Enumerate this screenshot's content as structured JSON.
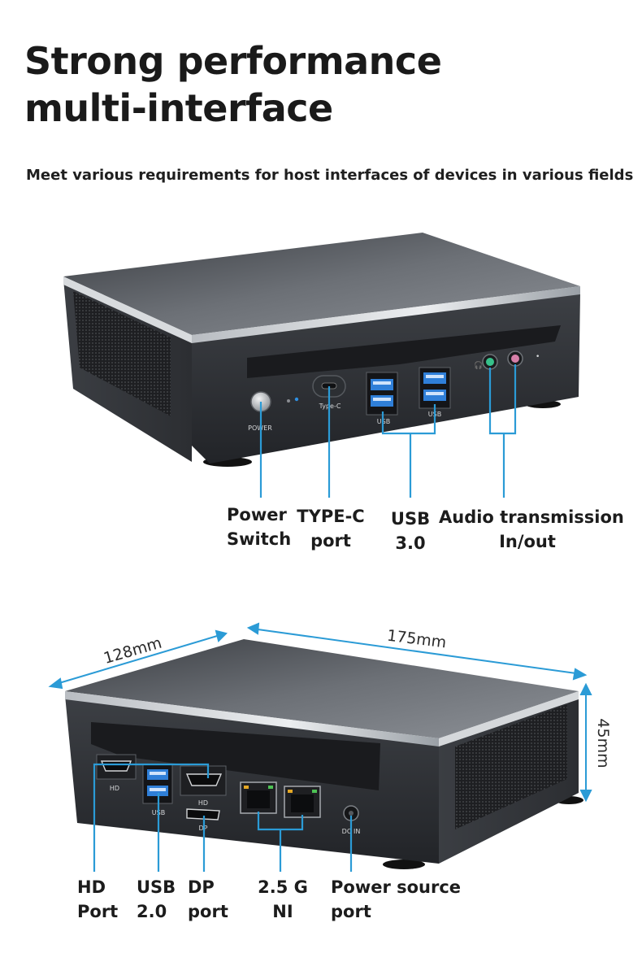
{
  "header": {
    "title_line1": "Strong performance",
    "title_line2": "multi-interface",
    "subtitle": "Meet various requirements for host interfaces of devices in various fields"
  },
  "front": {
    "power_text": "POWER",
    "typec_text": "Type-C",
    "usb_text": "USB",
    "labels": {
      "power_l1": "Power",
      "power_l2": "Switch",
      "typec_l1": "TYPE-C",
      "typec_l2": "port",
      "usb_l1": "USB",
      "usb_l2": "3.0",
      "audio_l1": "Audio transmission",
      "audio_l2": "In/out"
    }
  },
  "rear": {
    "dim_depth": "128mm",
    "dim_width": "175mm",
    "dim_height": "45mm",
    "hd_text": "HD",
    "usb_text": "USB",
    "dp_text": "DP",
    "dcin_text": "DC IN",
    "labels": {
      "hd_l1": "HD",
      "hd_l2": "Port",
      "usb_l1": "USB",
      "usb_l2": "2.0",
      "dp_l1": "DP",
      "dp_l2": "port",
      "lan_l1": "2.5 G",
      "lan_l2": "NI",
      "dc_l1": "Power source",
      "dc_l2": "port"
    }
  },
  "colors": {
    "accent": "#2b9bd6",
    "usb_blue": "#2f7fd8",
    "body_dark": "#2b2e33"
  }
}
